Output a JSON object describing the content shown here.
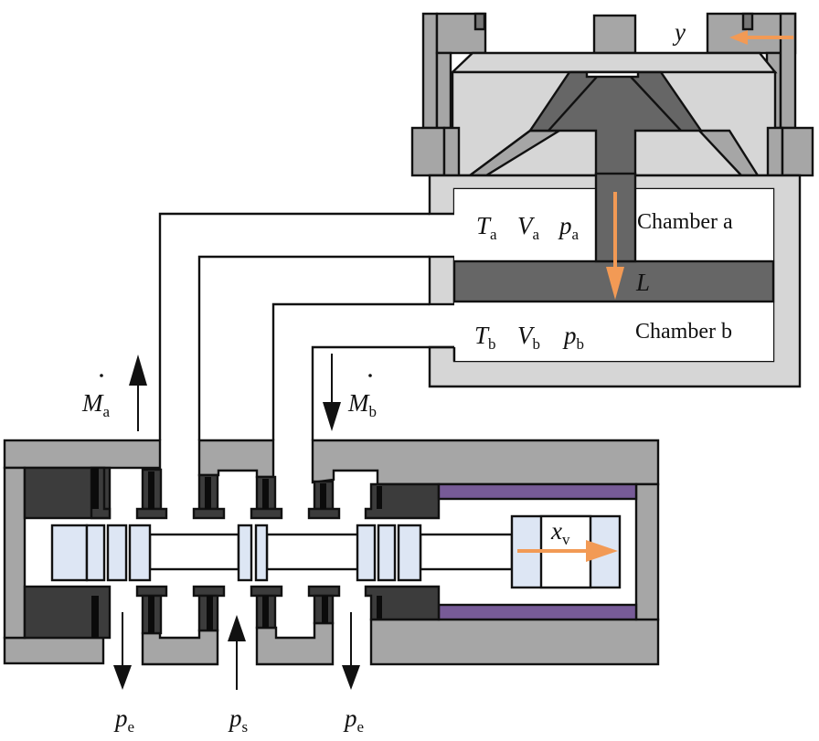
{
  "diagram": {
    "title": "Pneumatic servo valve and cylinder schematic",
    "colors": {
      "housing_light": "#d6d6d6",
      "housing_mid": "#a6a6a6",
      "piston_dark": "#666666",
      "seal_dark": "#3c3c3c",
      "spool_land": "#dde6f4",
      "liner_purple": "#775b97",
      "arrow_orange": "#f29a55",
      "arrow_black": "#111111"
    },
    "cylinder": {
      "chamber_a": {
        "name": "Chamber a",
        "T": {
          "sym": "T",
          "sub": "a"
        },
        "V": {
          "sym": "V",
          "sub": "a"
        },
        "p": {
          "sym": "p",
          "sub": "a"
        }
      },
      "chamber_b": {
        "name": "Chamber b",
        "T": {
          "sym": "T",
          "sub": "b"
        },
        "V": {
          "sym": "V",
          "sub": "b"
        },
        "p": {
          "sym": "p",
          "sub": "b"
        }
      },
      "piston_label": "L",
      "rod_displacement_label": "y"
    },
    "flows": {
      "mass_flow_a": {
        "sym": "M",
        "sub": "a",
        "direction": "up"
      },
      "mass_flow_b": {
        "sym": "M",
        "sub": "b",
        "direction": "down"
      }
    },
    "valve": {
      "spool_displacement": {
        "sym": "x",
        "sub": "v",
        "direction": "right"
      },
      "ports": [
        {
          "sym": "p",
          "sub": "e",
          "role": "exhaust",
          "direction": "down"
        },
        {
          "sym": "p",
          "sub": "s",
          "role": "supply",
          "direction": "up"
        },
        {
          "sym": "p",
          "sub": "e",
          "role": "exhaust",
          "direction": "down"
        }
      ]
    }
  }
}
